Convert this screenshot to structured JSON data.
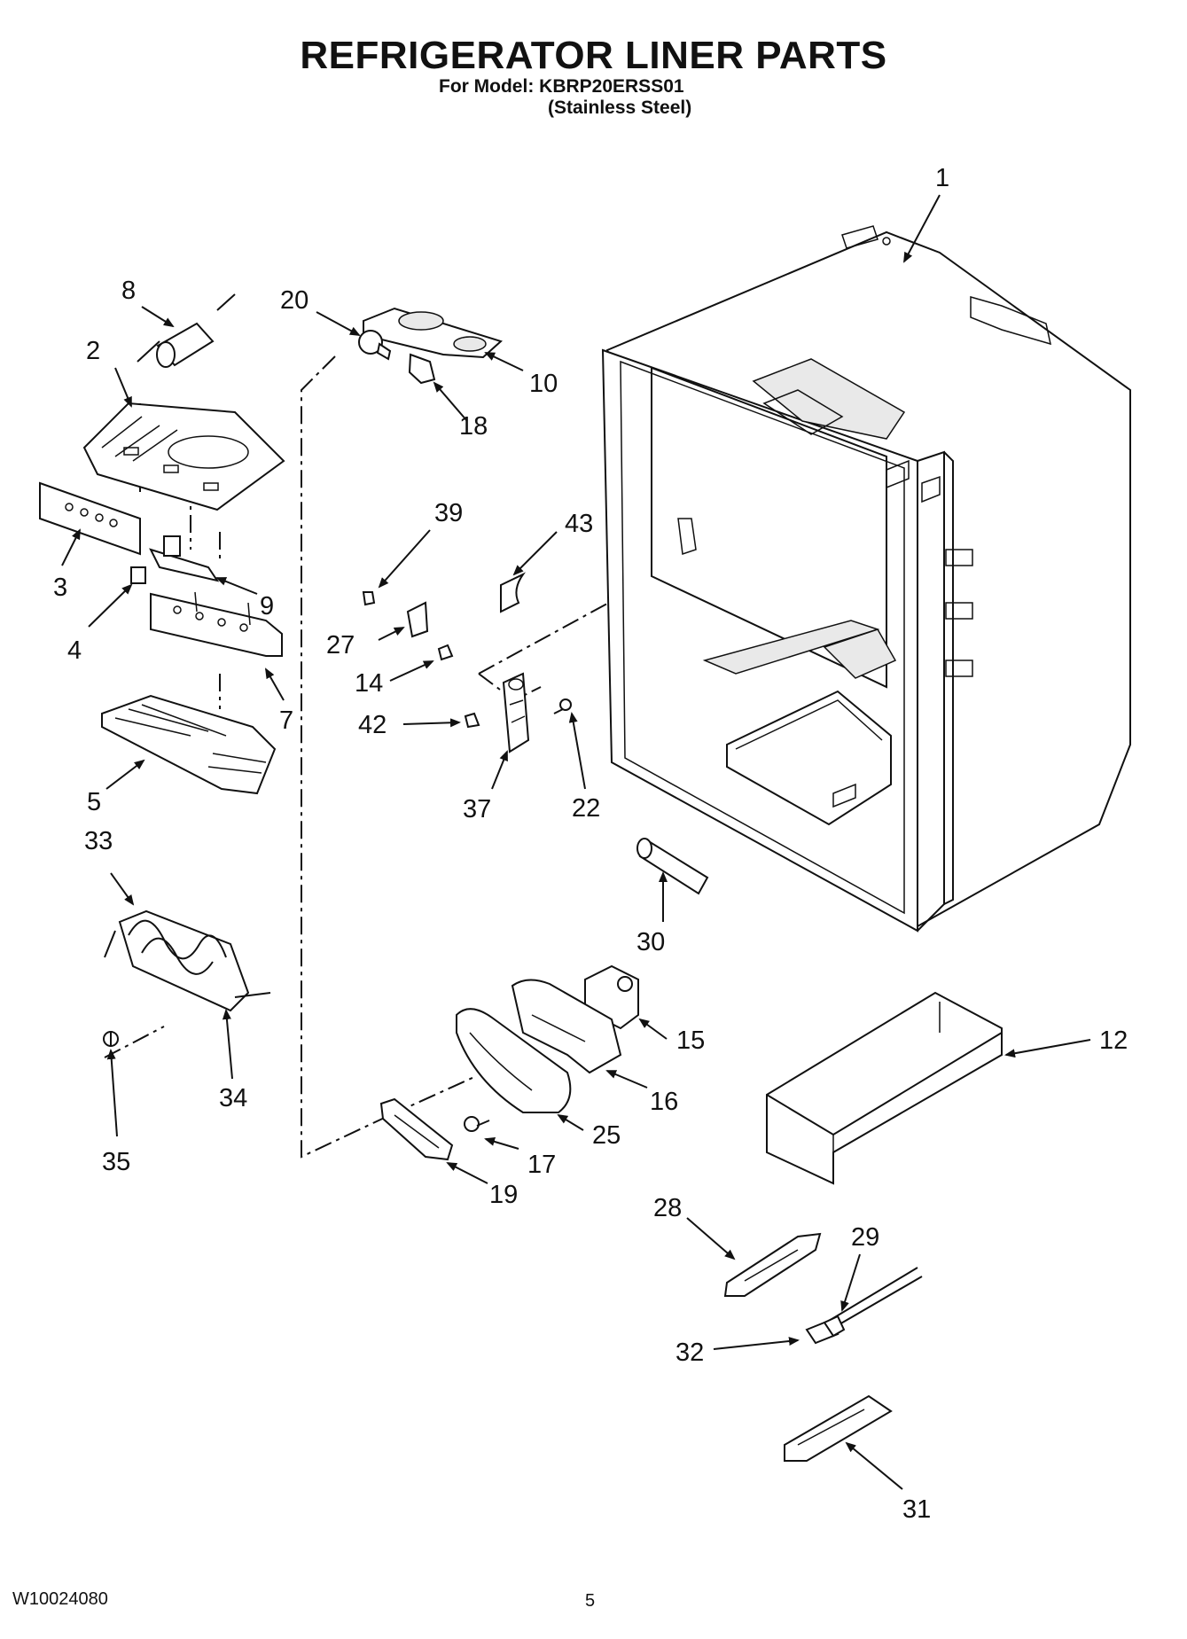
{
  "header": {
    "title": "REFRIGERATOR LINER PARTS",
    "model_line": "For Model: KBRP20ERSS01",
    "finish_line": "(Stainless Steel)"
  },
  "footer": {
    "doc_code": "W10024080",
    "page_number": "5"
  },
  "callouts": [
    "1",
    "2",
    "3",
    "4",
    "5",
    "7",
    "8",
    "9",
    "10",
    "12",
    "14",
    "15",
    "16",
    "17",
    "18",
    "19",
    "20",
    "22",
    "25",
    "27",
    "28",
    "29",
    "30",
    "31",
    "32",
    "33",
    "34",
    "35",
    "37",
    "39",
    "42",
    "43"
  ]
}
